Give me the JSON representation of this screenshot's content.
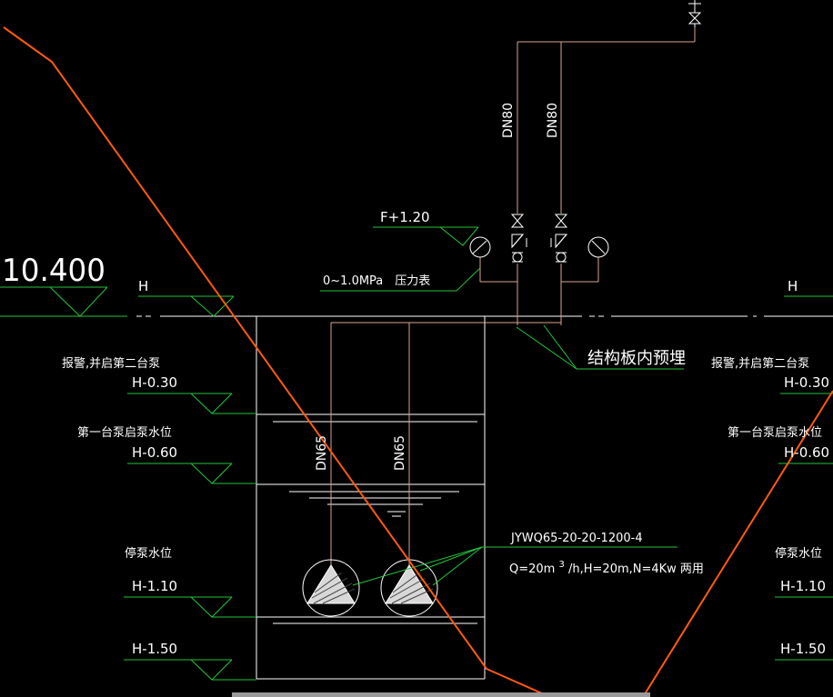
{
  "colors": {
    "background": "#000000",
    "white_line": "#ffffff",
    "leader_green": "#22c53a",
    "pipe_brown": "#d9a490",
    "slope_orange": "#ff5a12",
    "gray_bar": "#9a9a9a"
  },
  "elevation": {
    "ground": "10.400",
    "h_left": "H",
    "h_right": "H",
    "outlet": "F+1.20"
  },
  "gauge": {
    "label": "0~1.0MPa　压力表"
  },
  "embed": {
    "label": "结构板内预埋"
  },
  "pipes": {
    "riser_left": "DN80",
    "riser_right": "DN80",
    "drop_left": "DN65",
    "drop_right": "DN65"
  },
  "pump": {
    "model": "JYWQ65-20-20-1200-4",
    "spec_prefix": "Q=20m",
    "spec_sup": "3",
    "spec_suffix": "/h,H=20m,N=4Kw 两用"
  },
  "levels_left": [
    {
      "desc": "报警,并启第二台泵",
      "value": "H-0.30"
    },
    {
      "desc": "第一台泵启泵水位",
      "value": "H-0.60"
    },
    {
      "desc": "停泵水位",
      "value": "H-1.10"
    },
    {
      "desc": "",
      "value": "H-1.50"
    }
  ],
  "levels_right": [
    {
      "desc": "报警,并启第二台泵",
      "value": "H-0.30"
    },
    {
      "desc": "第一台泵启泵水位",
      "value": "H-0.60"
    },
    {
      "desc": "停泵水位",
      "value": "H-1.10"
    },
    {
      "desc": "",
      "value": "H-1.50"
    }
  ]
}
